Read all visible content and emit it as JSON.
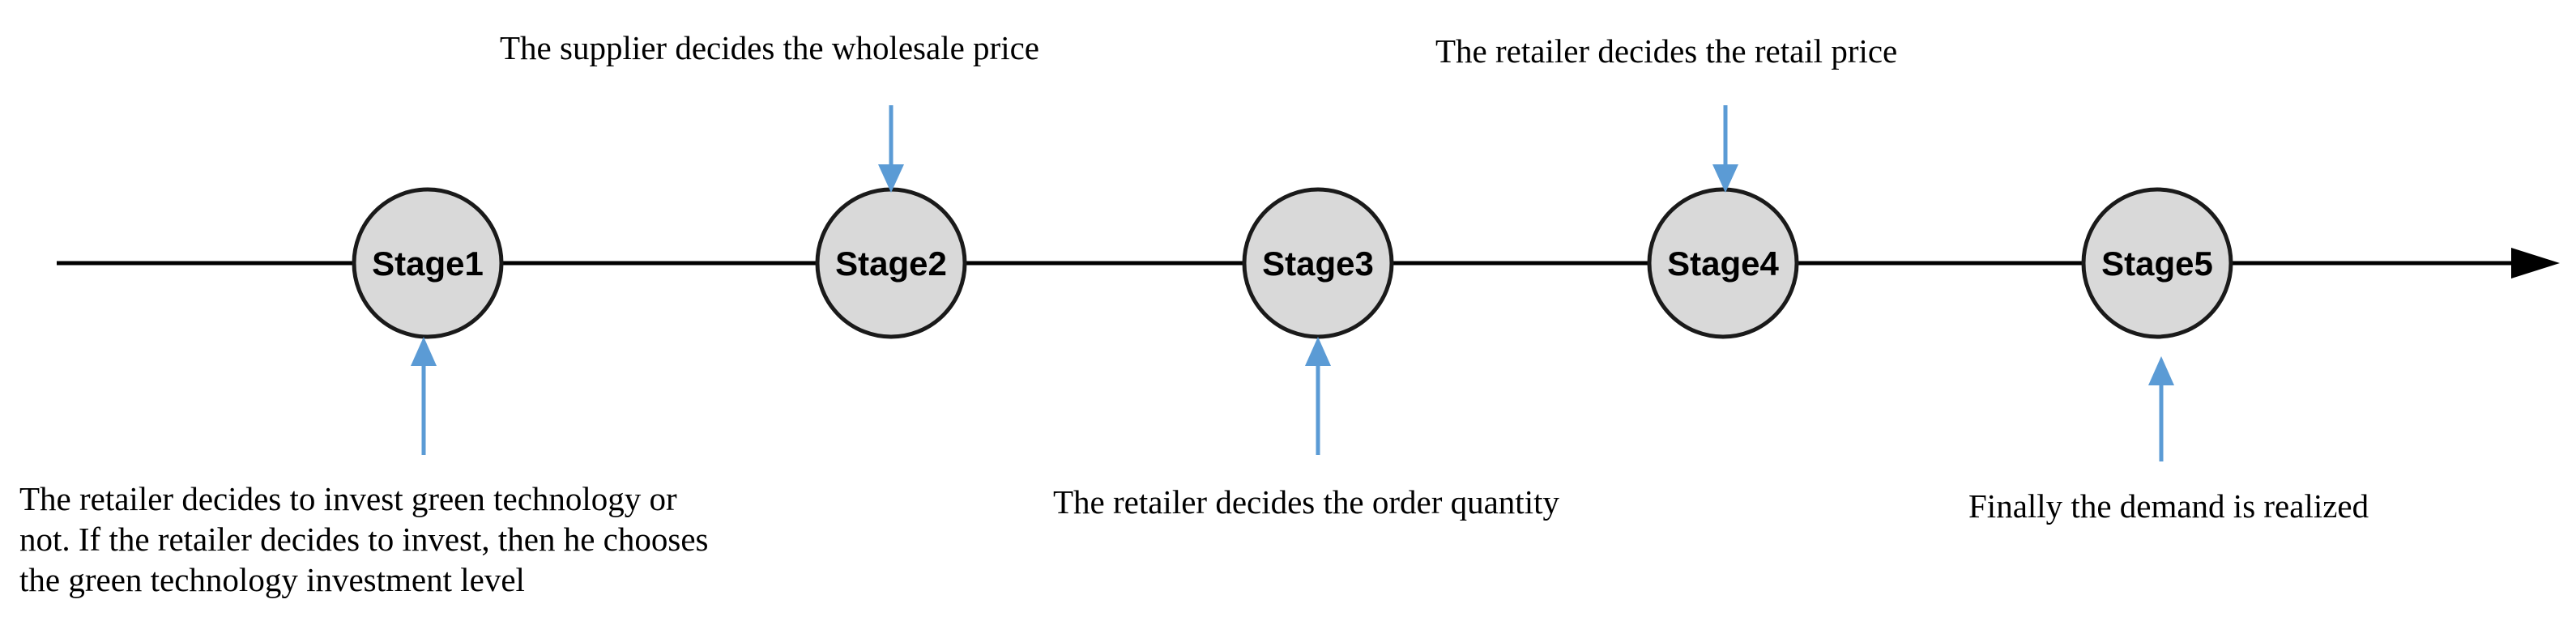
{
  "stages": [
    {
      "label": "Stage1"
    },
    {
      "label": "Stage2"
    },
    {
      "label": "Stage3"
    },
    {
      "label": "Stage4"
    },
    {
      "label": "Stage5"
    }
  ],
  "notes": {
    "stage1": [
      "The retailer decides to invest green technology or",
      "not. If the retailer decides to invest, then he chooses",
      "the green technology investment level"
    ],
    "stage2": "The supplier decides the wholesale price",
    "stage3": "The retailer decides the order quantity",
    "stage4": "The retailer decides the retail price",
    "stage5": "Finally the demand is realized"
  },
  "colors": {
    "circle_fill": "#d9d9d9",
    "arrow": "#5b9bd5",
    "timeline": "#000000"
  }
}
